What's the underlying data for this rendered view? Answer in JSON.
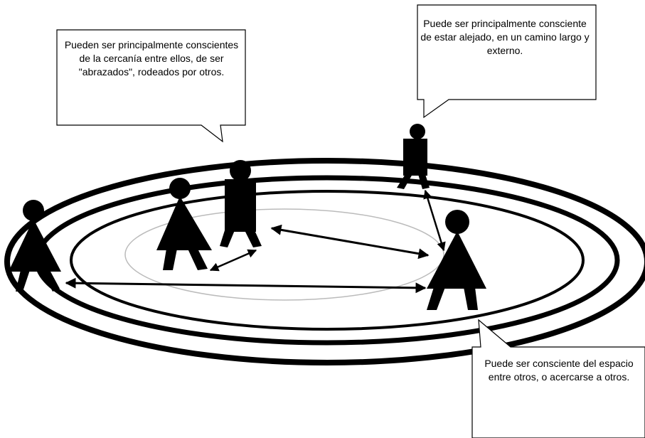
{
  "callouts": {
    "group_top_left": "Pueden ser principalmente conscientes de la cercanía entre ellos, de ser \"abrazados\", rodeados por otros.",
    "outer_top_right": "Puede ser principalmente consciente de estar alejado, en un camino largo y externo.",
    "right_bottom": "Puede ser consciente del espacio entre otros, o acercarse a otros."
  },
  "colors": {
    "figure_fill": "#000000",
    "ring_stroke": "#000000",
    "inner_ring_stroke": "#bbbbbb",
    "background": "#ffffff"
  },
  "icons": {
    "figure_dress": "person-dress-icon",
    "figure_rect": "person-icon",
    "arrow": "double-arrow"
  }
}
